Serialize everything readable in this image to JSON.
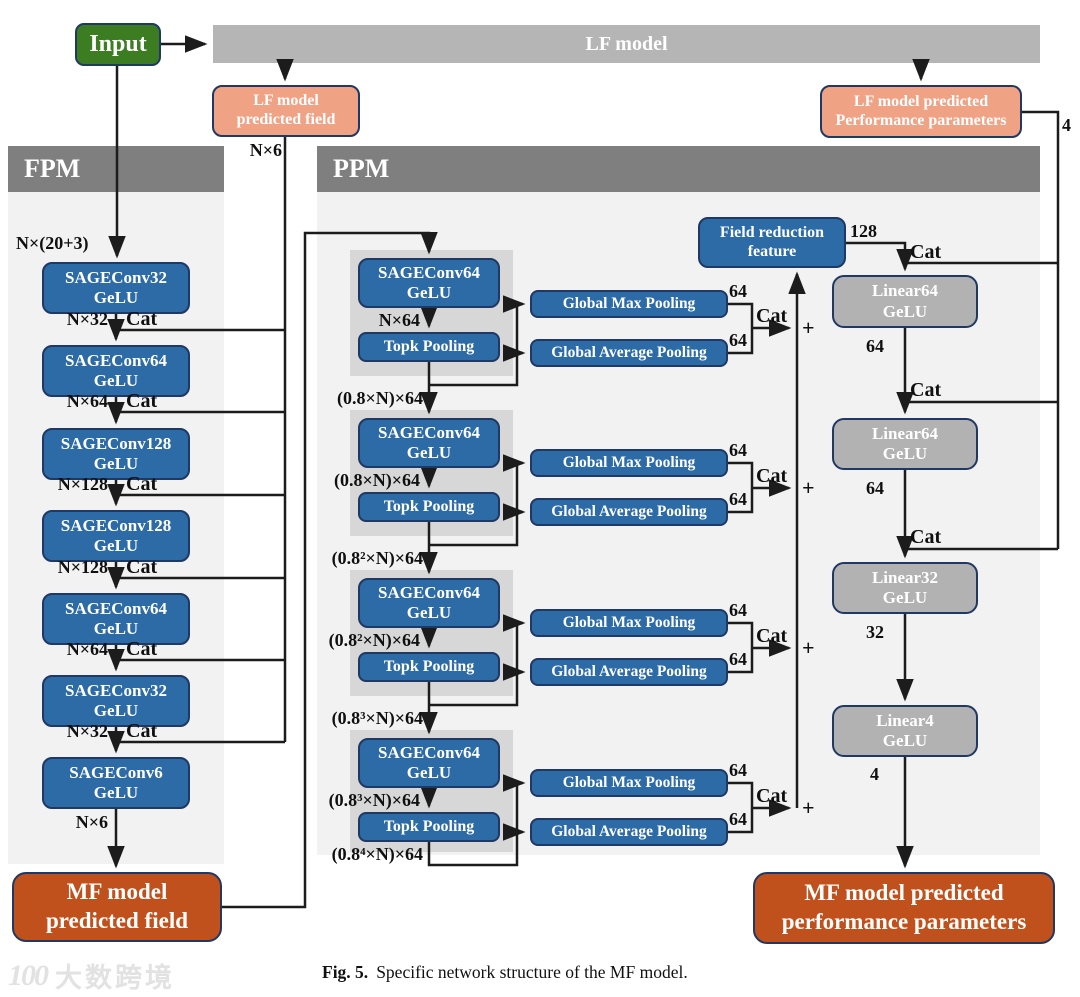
{
  "colors": {
    "blue": "#2c6ba5",
    "salmon": "#f0a285",
    "green": "#3c7d22",
    "orange": "#c0511c",
    "lfbar": "#b5b5b5",
    "header": "#7f7f7f",
    "panel": "#f2f2f2",
    "subpanel": "#d7d7d7",
    "linear": "#b2b2b2",
    "border": "#1f3864",
    "line": "#1c1c1c"
  },
  "top": {
    "input": "Input",
    "lf_model": "LF model",
    "lf_field": {
      "line1": "LF model",
      "line2": "predicted field",
      "dim": "N×6"
    },
    "lf_params": {
      "line1": "LF model predicted",
      "line2": "Performance parameters",
      "dim": "4"
    }
  },
  "fpm": {
    "header": "FPM",
    "input_dim": "N×(20+3)",
    "blocks": [
      {
        "name": "SAGEConv32",
        "act": "GeLU",
        "out": "N×32",
        "cat": "Cat"
      },
      {
        "name": "SAGEConv64",
        "act": "GeLU",
        "out": "N×64",
        "cat": "Cat"
      },
      {
        "name": "SAGEConv128",
        "act": "GeLU",
        "out": "N×128",
        "cat": "Cat"
      },
      {
        "name": "SAGEConv128",
        "act": "GeLU",
        "out": "N×128",
        "cat": "Cat"
      },
      {
        "name": "SAGEConv64",
        "act": "GeLU",
        "out": "N×64",
        "cat": "Cat"
      },
      {
        "name": "SAGEConv32",
        "act": "GeLU",
        "out": "N×32",
        "cat": "Cat"
      },
      {
        "name": "SAGEConv6",
        "act": "GeLU",
        "out": "N×6",
        "cat": ""
      }
    ],
    "output": {
      "line1": "MF model",
      "line2": "predicted field"
    }
  },
  "ppm": {
    "header": "PPM",
    "groups": [
      {
        "conv": "SAGEConv64",
        "act": "GeLU",
        "mid": "N×64",
        "topk": "Topk Pooling",
        "out": "(0.8×N)×64",
        "max": "Global Max Pooling",
        "avg": "Global Average Pooling",
        "d1": "64",
        "d2": "64",
        "cat": "Cat",
        "plus": "+"
      },
      {
        "conv": "SAGEConv64",
        "act": "GeLU",
        "mid": "(0.8×N)×64",
        "topk": "Topk Pooling",
        "out": "(0.8²×N)×64",
        "max": "Global Max Pooling",
        "avg": "Global Average Pooling",
        "d1": "64",
        "d2": "64",
        "cat": "Cat",
        "plus": "+"
      },
      {
        "conv": "SAGEConv64",
        "act": "GeLU",
        "mid": "(0.8²×N)×64",
        "topk": "Topk Pooling",
        "out": "(0.8³×N)×64",
        "max": "Global Max Pooling",
        "avg": "Global Average Pooling",
        "d1": "64",
        "d2": "64",
        "cat": "Cat",
        "plus": "+"
      },
      {
        "conv": "SAGEConv64",
        "act": "GeLU",
        "mid": "(0.8³×N)×64",
        "topk": "Topk Pooling",
        "out": "(0.8⁴×N)×64",
        "max": "Global Max Pooling",
        "avg": "Global Average Pooling",
        "d1": "64",
        "d2": "64",
        "cat": "Cat",
        "plus": "+"
      }
    ],
    "field_reduction": {
      "line1": "Field reduction",
      "line2": "feature",
      "dim": "128",
      "cat": "Cat"
    },
    "linears": [
      {
        "name": "Linear64",
        "act": "GeLU",
        "out": "64",
        "cat": "Cat"
      },
      {
        "name": "Linear64",
        "act": "GeLU",
        "out": "64",
        "cat": "Cat"
      },
      {
        "name": "Linear32",
        "act": "GeLU",
        "out": "32",
        "cat": "Cat"
      },
      {
        "name": "Linear4",
        "act": "GeLU",
        "out": "4",
        "cat": ""
      }
    ],
    "output": {
      "line1": "MF model predicted",
      "line2": "performance parameters"
    }
  },
  "caption": {
    "label": "Fig. 5.",
    "text": "Specific network structure of the MF model."
  },
  "watermark": {
    "logo": "100",
    "text": "大数跨境"
  }
}
